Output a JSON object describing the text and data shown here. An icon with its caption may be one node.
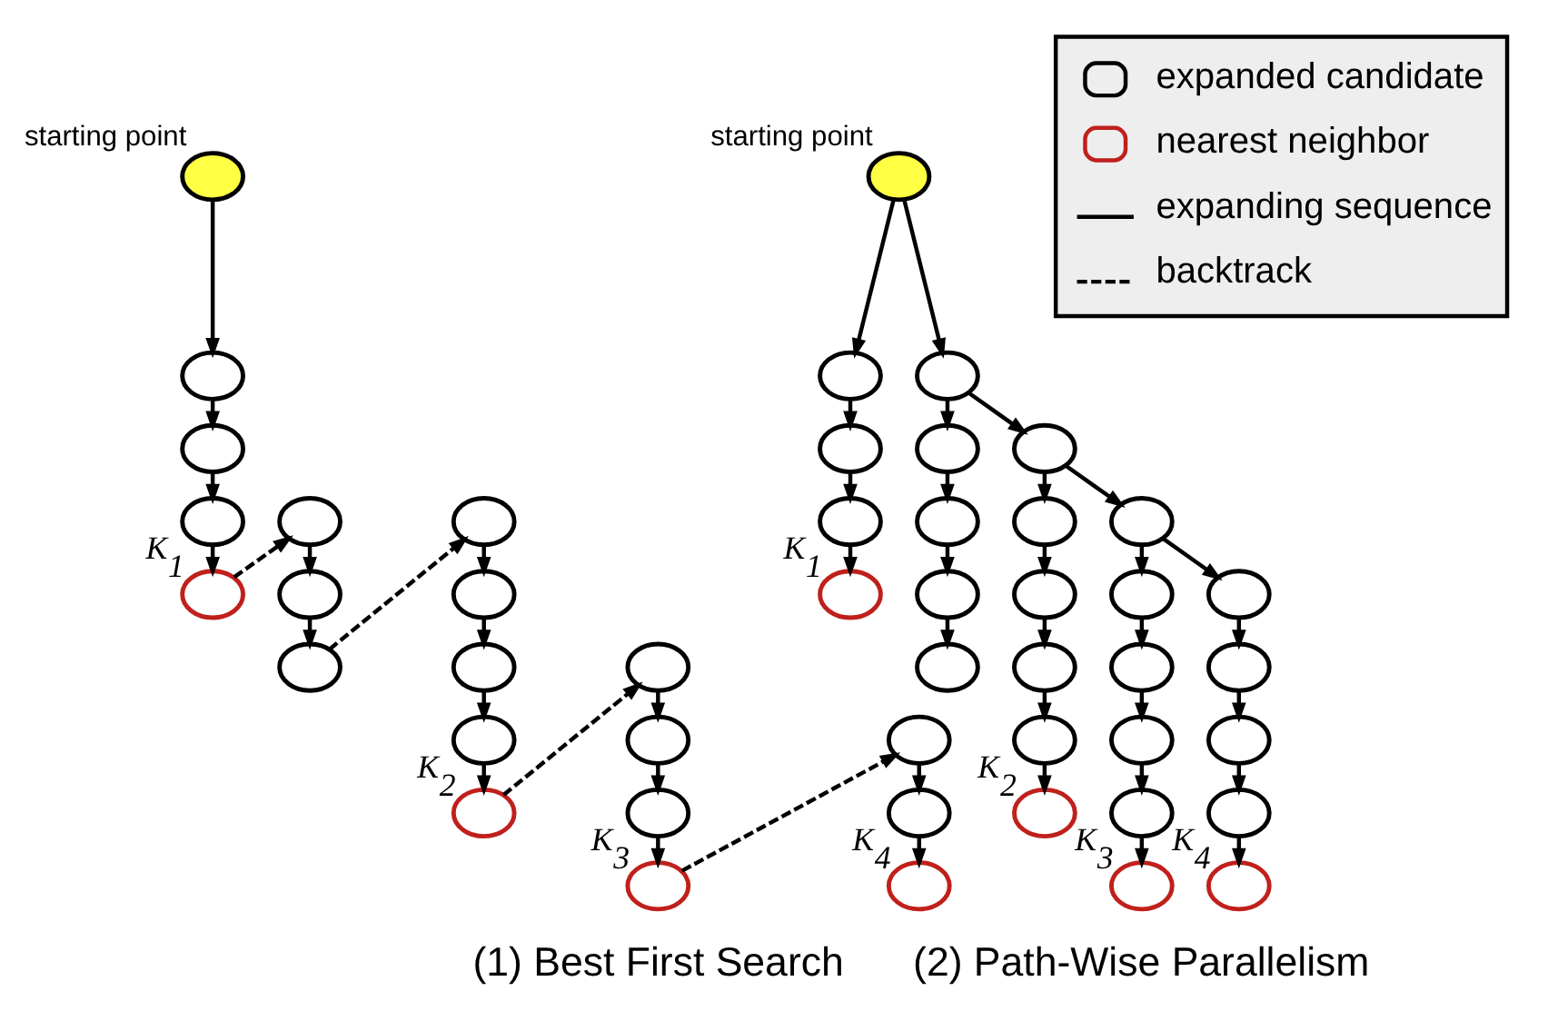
{
  "diagram": {
    "nodes": [
      {
        "text": [],
        "shape": "circle",
        "beside": [
          "starting point"
        ]
      },
      {
        "text": [],
        "shape": "circle"
      },
      {
        "text": [],
        "shape": "circle"
      },
      {
        "text": [],
        "shape": "circle"
      },
      {
        "text": [],
        "shape": "circle",
        "beside": [
          "K$_{1}$"
        ]
      },
      {
        "text": [],
        "shape": "circle"
      },
      {
        "text": [],
        "shape": "circle"
      },
      {
        "text": [],
        "shape": "circle"
      },
      {
        "text": [],
        "shape": "circle"
      },
      {
        "text": [],
        "shape": "circle"
      },
      {
        "text": [],
        "shape": "circle"
      },
      {
        "text": [],
        "shape": "circle"
      },
      {
        "text": [],
        "shape": "circle",
        "beside": [
          "K$_{2}$"
        ]
      },
      {
        "text": [],
        "shape": "circle"
      },
      {
        "text": [],
        "shape": "circle"
      },
      {
        "text": [],
        "shape": "circle"
      },
      {
        "text": [],
        "shape": "circle",
        "beside": [
          "K$_{3}$"
        ]
      },
      {
        "text": [],
        "shape": "circle"
      },
      {
        "text": [],
        "shape": "circle"
      },
      {
        "text": [],
        "shape": "circle",
        "beside": [
          "K$_{4}$"
        ]
      },
      {
        "text": [],
        "shape": "circle",
        "beside": [
          "starting point"
        ]
      },
      {
        "text": [],
        "shape": "circle"
      },
      {
        "text": [],
        "shape": "circle"
      },
      {
        "text": [],
        "shape": "circle"
      },
      {
        "text": [],
        "shape": "circle",
        "beside": [
          "K$_{1}$"
        ]
      },
      {
        "text": [],
        "shape": "circle"
      },
      {
        "text": [],
        "shape": "circle"
      },
      {
        "text": [],
        "shape": "circle"
      },
      {
        "text": [],
        "shape": "circle"
      },
      {
        "text": [],
        "shape": "circle"
      },
      {
        "text": [],
        "shape": "circle"
      },
      {
        "text": [],
        "shape": "circle"
      },
      {
        "text": [],
        "shape": "circle"
      },
      {
        "text": [],
        "shape": "circle"
      },
      {
        "text": [],
        "shape": "circle"
      },
      {
        "text": [],
        "shape": "circle",
        "beside": [
          "K$_{2}$"
        ]
      },
      {
        "text": [],
        "shape": "circle"
      },
      {
        "text": [],
        "shape": "circle"
      },
      {
        "text": [],
        "shape": "circle"
      },
      {
        "text": [],
        "shape": "circle"
      },
      {
        "text": [],
        "shape": "circle"
      },
      {
        "text": [],
        "shape": "circle",
        "beside": [
          "K$_{3}$"
        ]
      },
      {
        "text": [],
        "shape": "circle"
      },
      {
        "text": [],
        "shape": "circle"
      },
      {
        "text": [],
        "shape": "circle"
      },
      {
        "text": [],
        "shape": "circle"
      },
      {
        "text": [],
        "shape": "circle",
        "beside": [
          "K$_{4}$"
        ]
      }
    ],
    "edges": [
      {
        "from": 0,
        "to": 1,
        "arrow": "to"
      },
      {
        "from": 1,
        "to": 2,
        "arrow": "to"
      },
      {
        "from": 2,
        "to": 3,
        "arrow": "to"
      },
      {
        "from": 3,
        "to": 4,
        "arrow": "to"
      },
      {
        "from": 4,
        "to": 5,
        "arrow": "to",
        "style": "dashed"
      },
      {
        "from": 5,
        "to": 6,
        "arrow": "to"
      },
      {
        "from": 6,
        "to": 7,
        "arrow": "to"
      },
      {
        "from": 7,
        "to": 8,
        "arrow": "to",
        "style": "dashed"
      },
      {
        "from": 8,
        "to": 9,
        "arrow": "to"
      },
      {
        "from": 9,
        "to": 10,
        "arrow": "to"
      },
      {
        "from": 10,
        "to": 11,
        "arrow": "to"
      },
      {
        "from": 11,
        "to": 12,
        "arrow": "to"
      },
      {
        "from": 12,
        "to": 13,
        "arrow": "to",
        "style": "dashed"
      },
      {
        "from": 13,
        "to": 14,
        "arrow": "to"
      },
      {
        "from": 14,
        "to": 15,
        "arrow": "to"
      },
      {
        "from": 15,
        "to": 16,
        "arrow": "to"
      },
      {
        "from": 16,
        "to": 17,
        "arrow": "to",
        "style": "dashed"
      },
      {
        "from": 17,
        "to": 18,
        "arrow": "to"
      },
      {
        "from": 18,
        "to": 19,
        "arrow": "to"
      },
      {
        "from": 20,
        "to": 21,
        "arrow": "to"
      },
      {
        "from": 21,
        "to": 22,
        "arrow": "to"
      },
      {
        "from": 22,
        "to": 23,
        "arrow": "to"
      },
      {
        "from": 23,
        "to": 24,
        "arrow": "to"
      },
      {
        "from": 20,
        "to": 25,
        "arrow": "to"
      },
      {
        "from": 25,
        "to": 26,
        "arrow": "to"
      },
      {
        "from": 26,
        "to": 27,
        "arrow": "to"
      },
      {
        "from": 27,
        "to": 28,
        "arrow": "to"
      },
      {
        "from": 28,
        "to": 29,
        "arrow": "to"
      },
      {
        "from": 25,
        "to": 30,
        "arrow": "to"
      },
      {
        "from": 30,
        "to": 31,
        "arrow": "to"
      },
      {
        "from": 31,
        "to": 32,
        "arrow": "to"
      },
      {
        "from": 32,
        "to": 33,
        "arrow": "to"
      },
      {
        "from": 33,
        "to": 34,
        "arrow": "to"
      },
      {
        "from": 34,
        "to": 35,
        "arrow": "to"
      },
      {
        "from": 30,
        "to": 36,
        "arrow": "to"
      },
      {
        "from": 36,
        "to": 37,
        "arrow": "to"
      },
      {
        "from": 37,
        "to": 38,
        "arrow": "to"
      },
      {
        "from": 38,
        "to": 39,
        "arrow": "to"
      },
      {
        "from": 39,
        "to": 40,
        "arrow": "to"
      },
      {
        "from": 40,
        "to": 41,
        "arrow": "to"
      },
      {
        "from": 36,
        "to": 42,
        "arrow": "to"
      },
      {
        "from": 42,
        "to": 43,
        "arrow": "to"
      },
      {
        "from": 43,
        "to": 44,
        "arrow": "to"
      },
      {
        "from": 44,
        "to": 45,
        "arrow": "to"
      },
      {
        "from": 45,
        "to": 46,
        "arrow": "to"
      }
    ],
    "labels": [
      "(1) Best First Search",
      "(2) Path-Wise Parallelism"
    ],
    "legend": [
      {
        "text": "expanded candidate"
      },
      {
        "text": "nearest neighbor"
      },
      {
        "text": "expanding sequence"
      },
      {
        "text": "backtrack"
      }
    ]
  }
}
